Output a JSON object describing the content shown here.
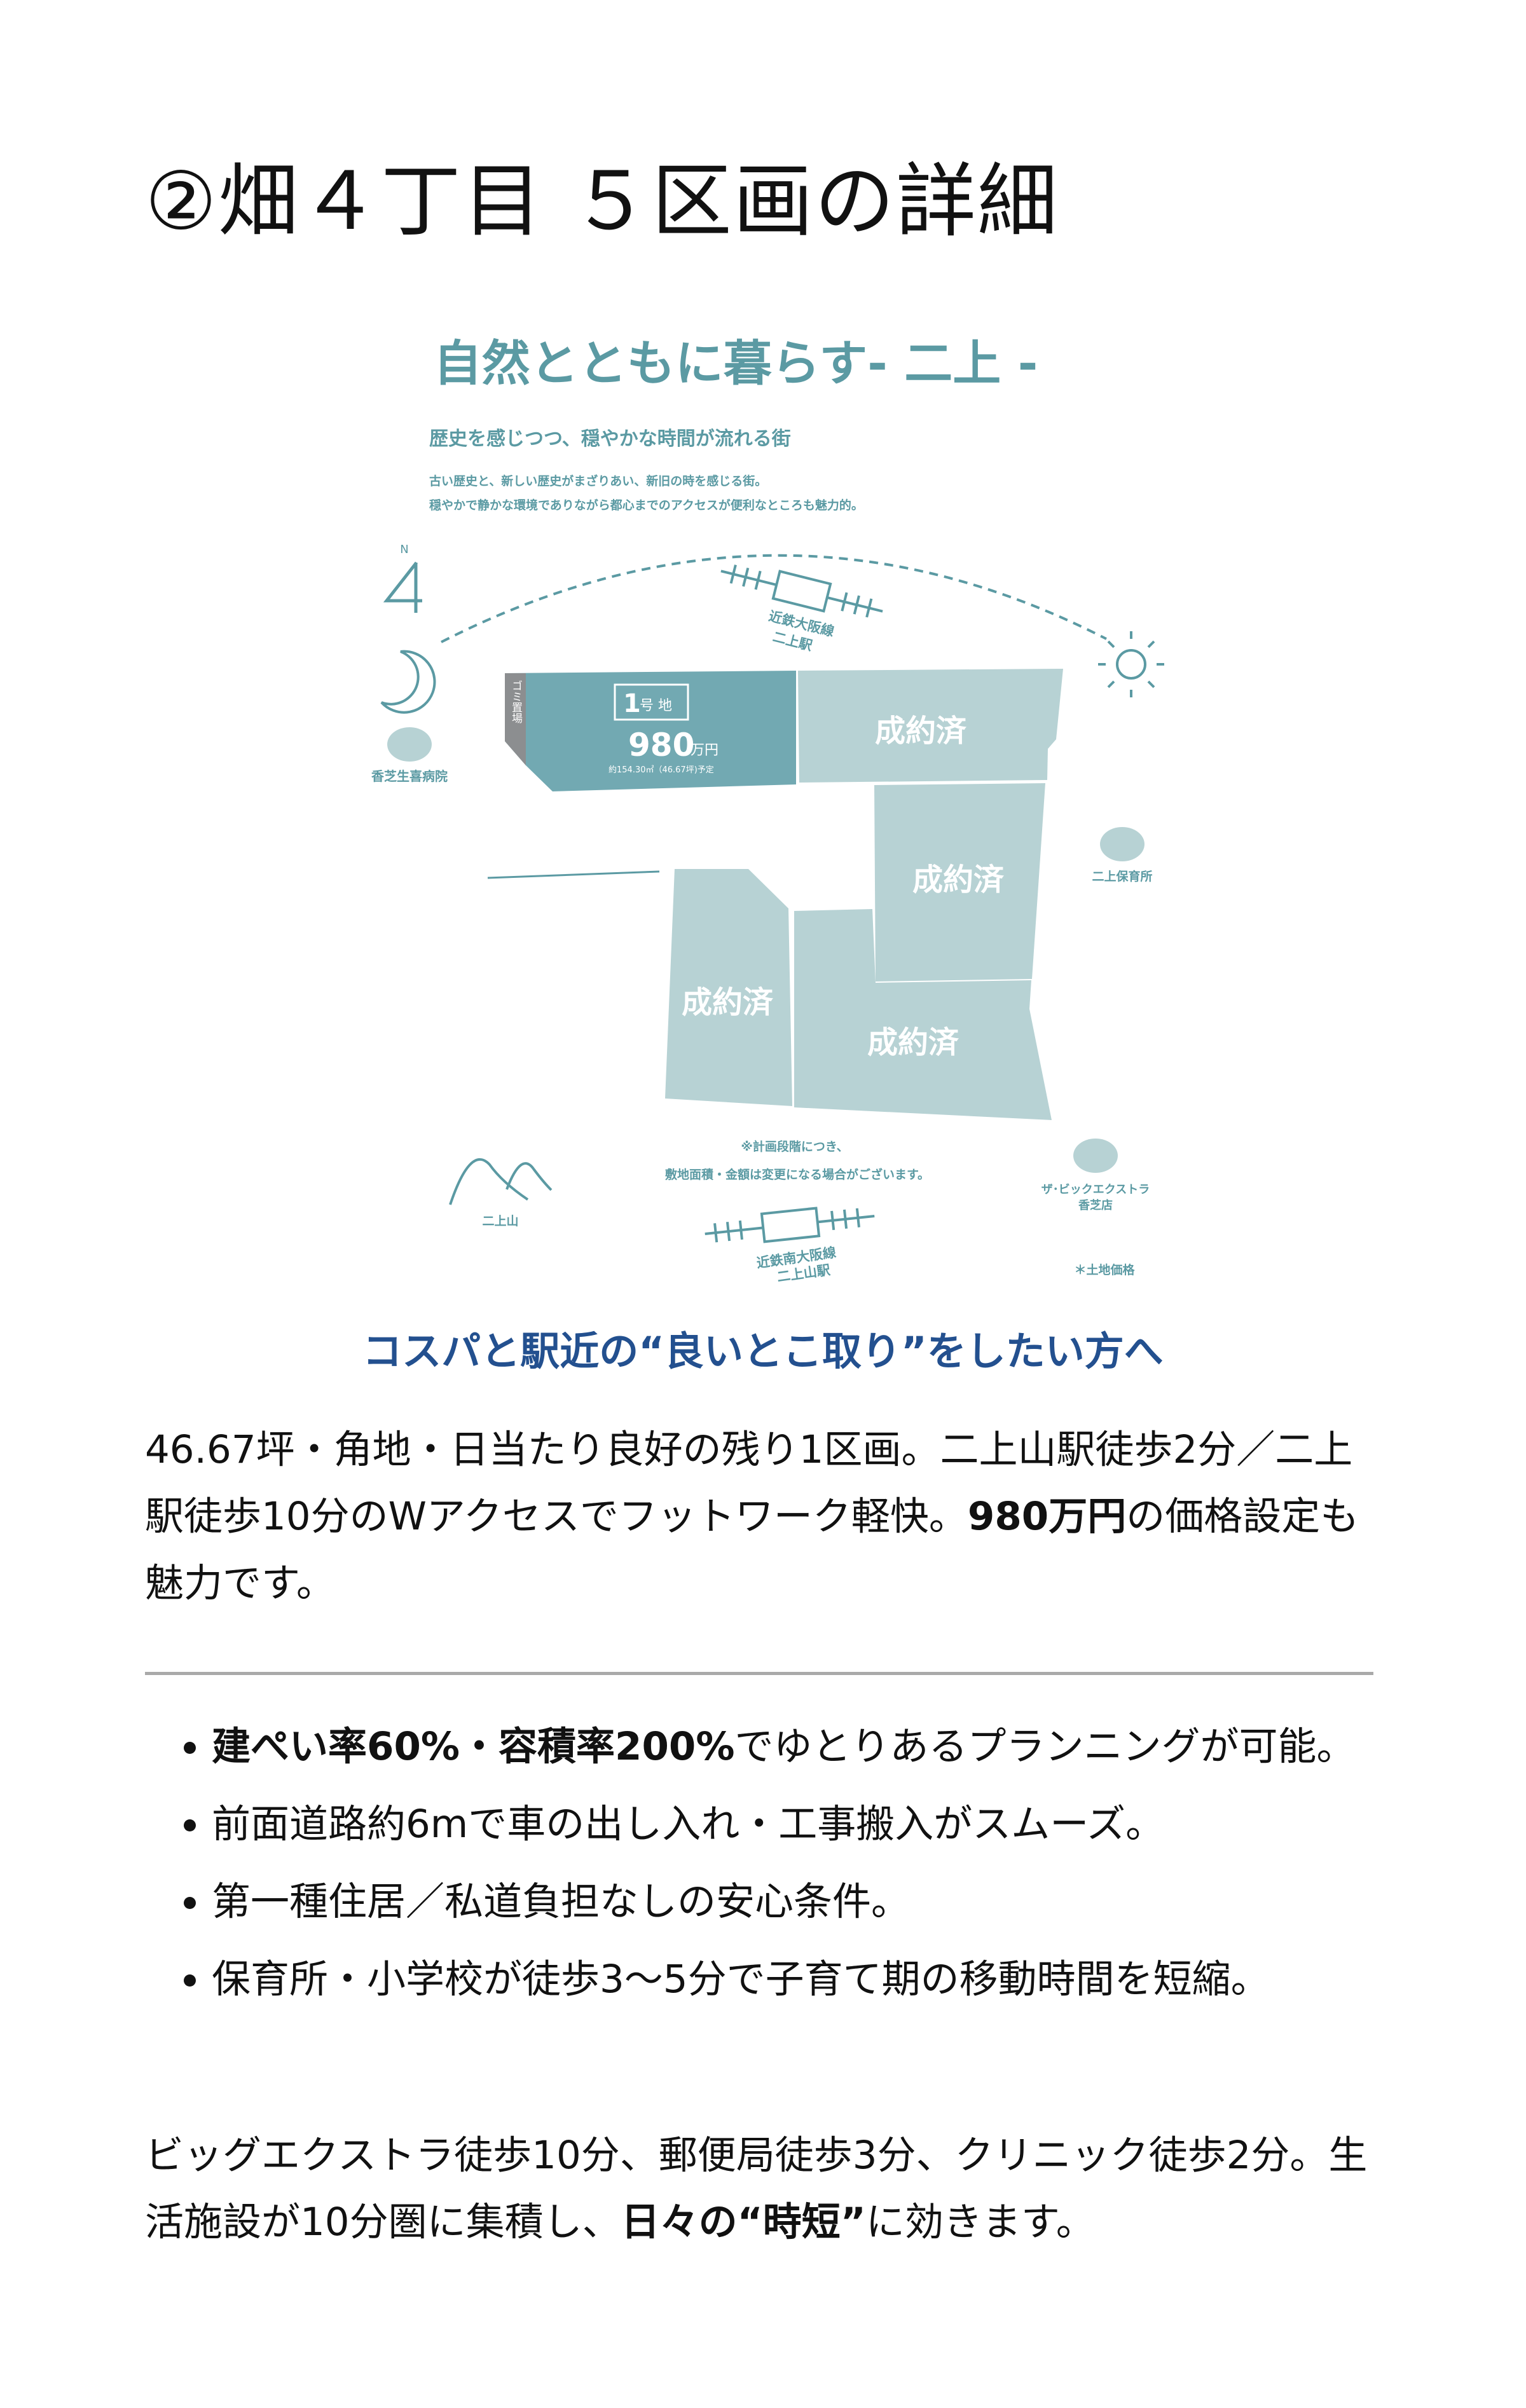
{
  "page_title": "②畑４丁目 ５区画の詳細",
  "colors": {
    "teal": "#5b9aa3",
    "lot_active": "#72a9b2",
    "lot_sold": "#b7d2d4",
    "heading_blue": "#23508f",
    "gray_strip": "#8c8e90"
  },
  "map": {
    "headline": "自然とともに暮らす- 二上 -",
    "tagline": "歴史を感じつつ、穏やかな時間が流れる街",
    "desc_line1": "古い歴史と、新しい歴史がまざりあい、新旧の時を感じる街。",
    "desc_line2": "穏やかで静かな環境でありながら都心までのアクセスが便利なところも魅力的。",
    "north": "N",
    "lot1": {
      "number": "1",
      "suffix": "号 地",
      "price": "980",
      "price_unit": "万円",
      "area": "約154.30㎡（46.67坪)予定",
      "garbage": "ゴミ置場"
    },
    "sold_label": "成約済",
    "places": {
      "hospital": "香芝生喜病院",
      "nursery": "二上保育所",
      "station_top_line": "近鉄大阪線",
      "station_top_name": "二上駅",
      "station_bottom_line": "近鉄南大阪線",
      "station_bottom_name": "二上山駅",
      "mountain": "二上山",
      "store_line1": "ザ･ビックエクストラ",
      "store_line2": "香芝店"
    },
    "note_line1": "※計画段階につき、",
    "note_line2": "敷地面積・金額は変更になる場合がございます。",
    "price_note": "＊土地価格"
  },
  "subheading": "コスパと駅近の“良いとこ取り”をしたい方へ",
  "intro": {
    "t1": "46.67坪・角地・日当たり良好の残り1区画。二上山駅徒歩2分／二上駅徒歩10分のWアクセスでフットワーク軽快。",
    "b1": "980万円",
    "t2": "の価格設定も魅力です。"
  },
  "bullets": [
    {
      "bold": "建ぺい率60%・容積率200%",
      "text": "でゆとりあるプランニングが可能。"
    },
    {
      "bold": "",
      "text": "前面道路約6mで車の出し入れ・工事搬入がスムーズ。"
    },
    {
      "bold": "",
      "text": "第一種住居／私道負担なしの安心条件。"
    },
    {
      "bold": "",
      "text": "保育所・小学校が徒歩3〜5分で子育て期の移動時間を短縮。"
    }
  ],
  "outro": {
    "t1": "ビッグエクストラ徒歩10分、郵便局徒歩3分、クリニック徒歩2分。生活施設が10分圏に集積し、",
    "b1": "日々の“時短”",
    "t2": "に効きます。"
  }
}
